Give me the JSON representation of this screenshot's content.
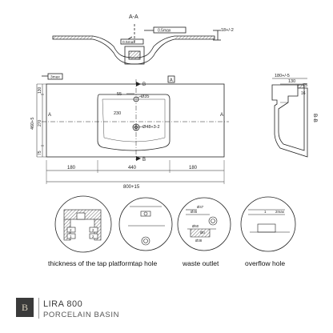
{
  "section_aa": {
    "label": "A-A",
    "tol1": "0.5max",
    "tol2": "0.5max",
    "height": "18+/-2"
  },
  "plan": {
    "tol": "3max",
    "dim_55": "55",
    "dim_d35": "Ø35",
    "dim_230": "230",
    "dim_d48": "Ø48+3-2",
    "dim_130": "130",
    "dim_270": "270",
    "dim_75": "75",
    "depth": "460+5",
    "dim_180_left": "180",
    "dim_440": "440",
    "dim_180_right": "180",
    "width": "800+15",
    "section_a": "A",
    "section_b": "B",
    "flag": "A"
  },
  "side": {
    "top_width": "180+/-5",
    "dim_130": "130",
    "dim_75": "75",
    "dim_16": "16",
    "section_label": "B-B"
  },
  "details": {
    "tap_platform_values": [
      "2",
      "1",
      "2",
      "2"
    ],
    "waste_values": [
      "Ø47",
      "Ø45",
      "Ø60",
      "Ø38",
      "Ø0"
    ],
    "overflow_values": [
      "1",
      "2max"
    ],
    "captions": [
      "thickness of the tap platform",
      "tap hole",
      "waste outlet",
      "overflow hole"
    ]
  },
  "footer": {
    "logo_letter": "B",
    "model": "LIRA 800",
    "subtitle": "PORCELAIN BASIN"
  }
}
